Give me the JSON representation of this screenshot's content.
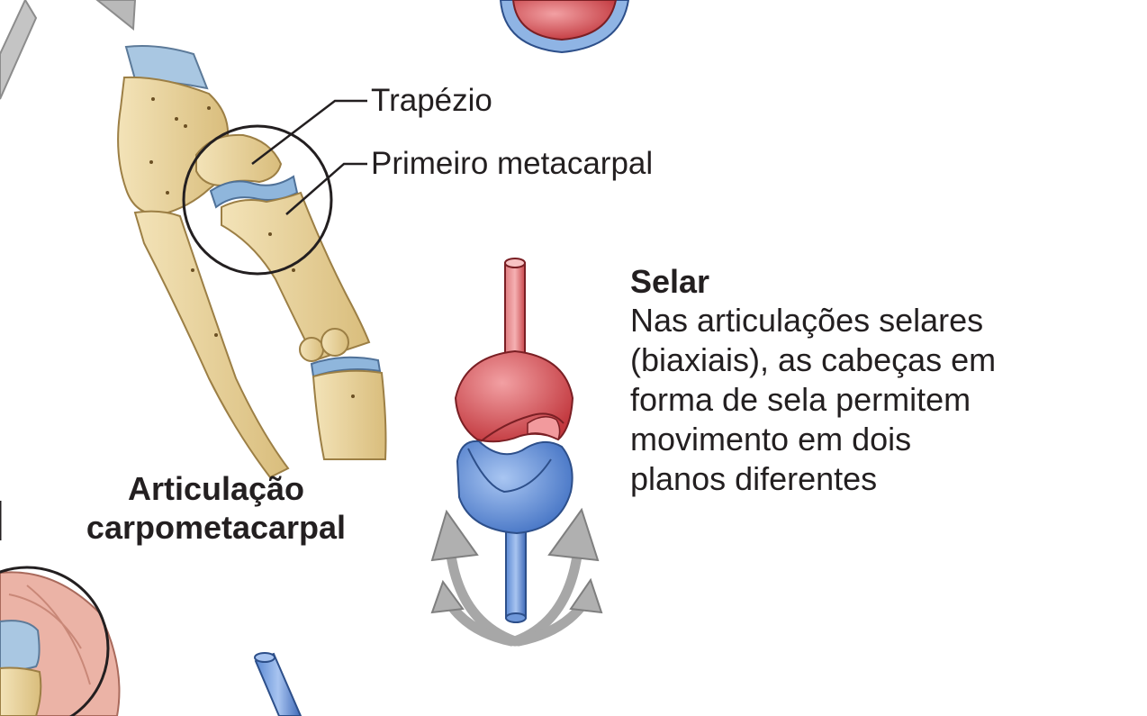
{
  "labels": {
    "trapezio": "Trapézio",
    "primeiro_metacarpal": "Primeiro metacarpal"
  },
  "joint_caption": {
    "line1": "Articulação",
    "line2": "carpometacarpal"
  },
  "joint_type": {
    "title": "Selar",
    "description_lines": [
      "Nas articulações selares",
      "(biaxiais), as cabeças em",
      "forma de sela permitem",
      "movimento em dois",
      "planos diferentes"
    ]
  },
  "colors": {
    "bone": "#e8d3a0",
    "cartilage": "#9fc0de",
    "saddle_red": "#d7555a",
    "saddle_blue": "#5f8fd6",
    "arrow_gray": "#b3b3b3",
    "muscle_pink": "#ebb3a6"
  }
}
